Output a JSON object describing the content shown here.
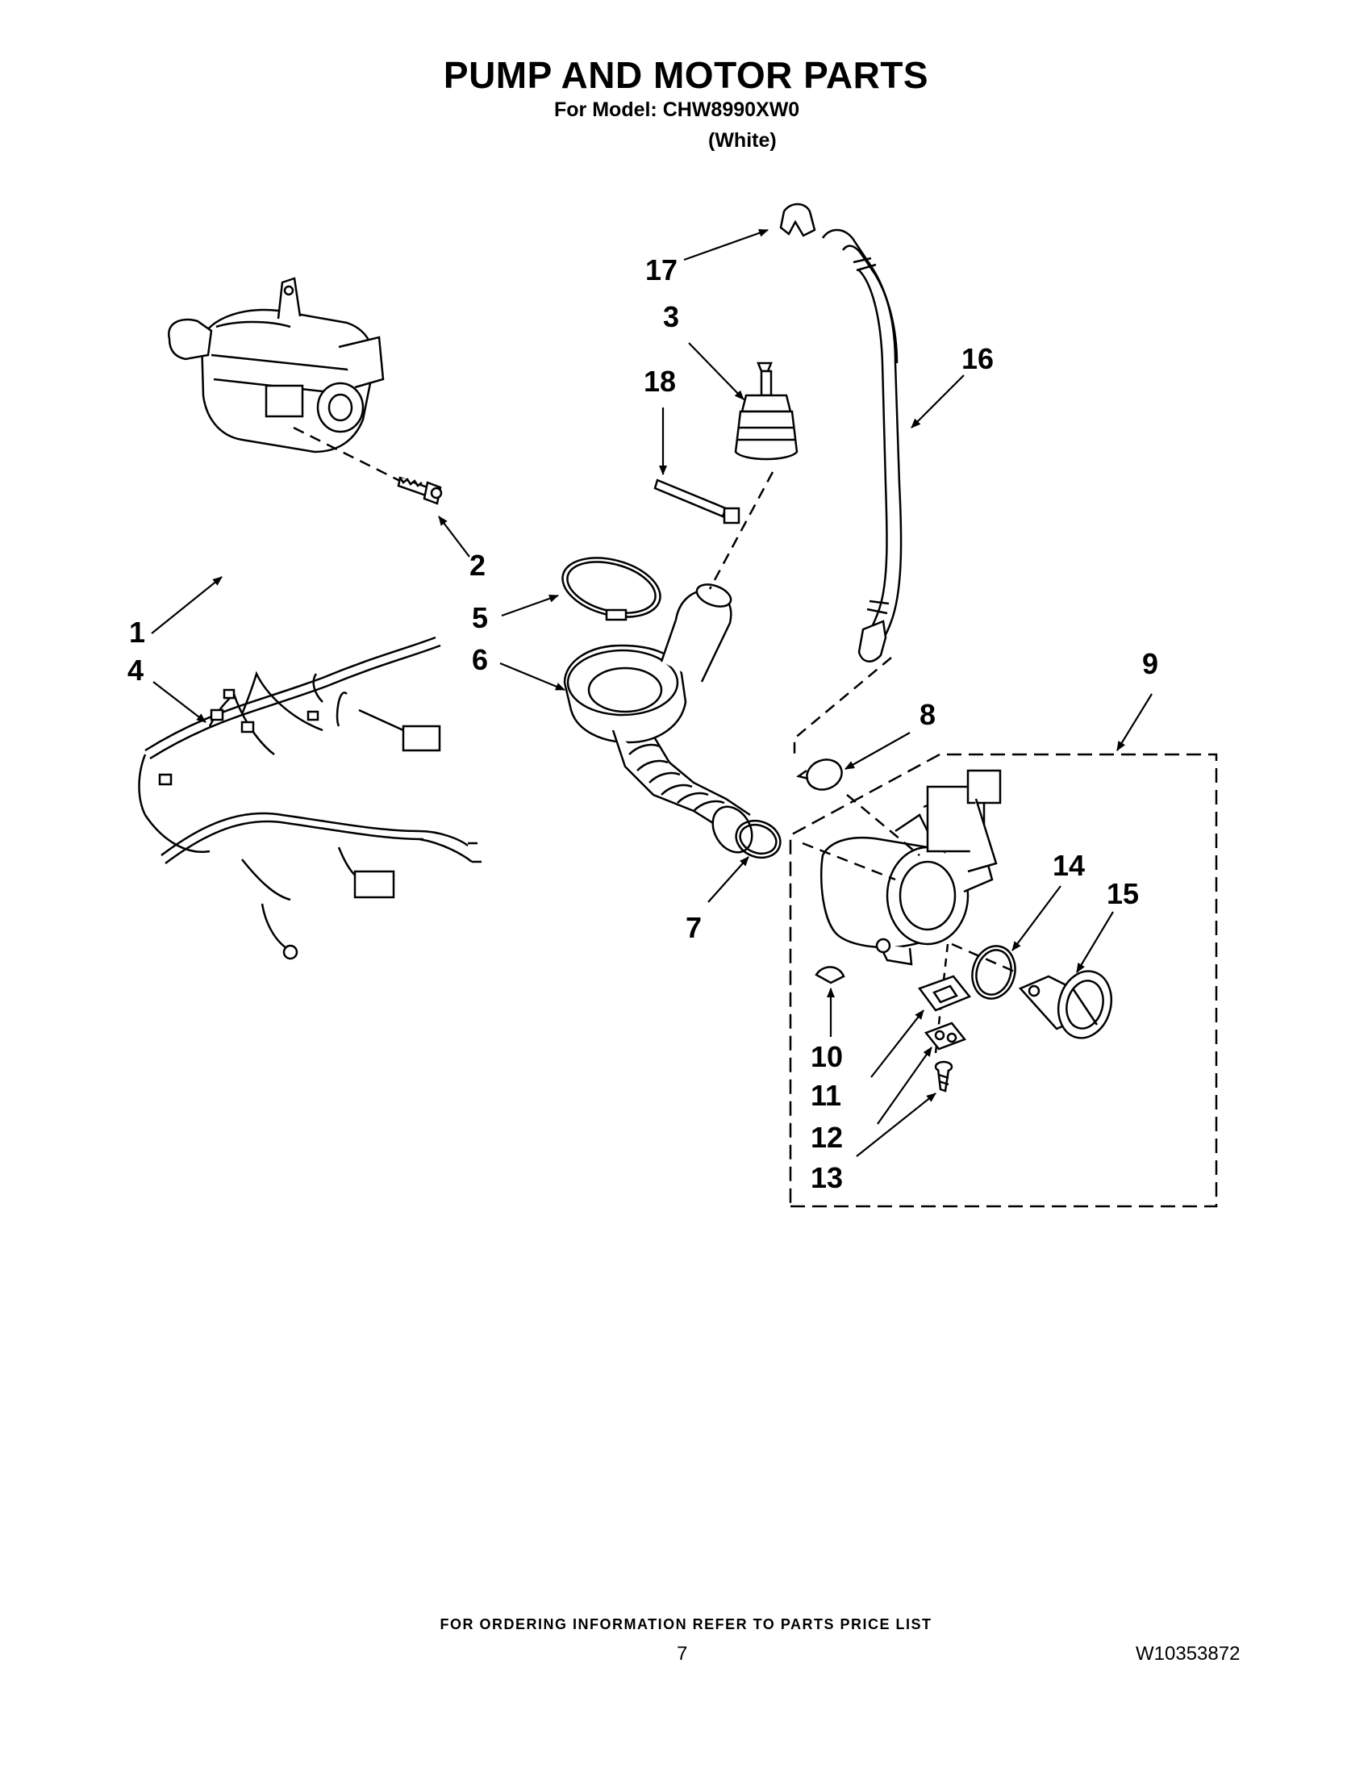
{
  "header": {
    "title": "PUMP AND MOTOR PARTS",
    "subtitle": "For Model: CHW8990XW0",
    "color_note": "(White)"
  },
  "callouts": {
    "c1": "1",
    "c2": "2",
    "c3": "3",
    "c4": "4",
    "c5": "5",
    "c6": "6",
    "c7": "7",
    "c8": "8",
    "c9": "9",
    "c10": "10",
    "c11": "11",
    "c12": "12",
    "c13": "13",
    "c14": "14",
    "c15": "15",
    "c16": "16",
    "c17": "17",
    "c18": "18"
  },
  "footer": {
    "ordering_note": "FOR ORDERING INFORMATION REFER TO PARTS PRICE LIST",
    "page_number": "7",
    "document_number": "W10353872"
  }
}
